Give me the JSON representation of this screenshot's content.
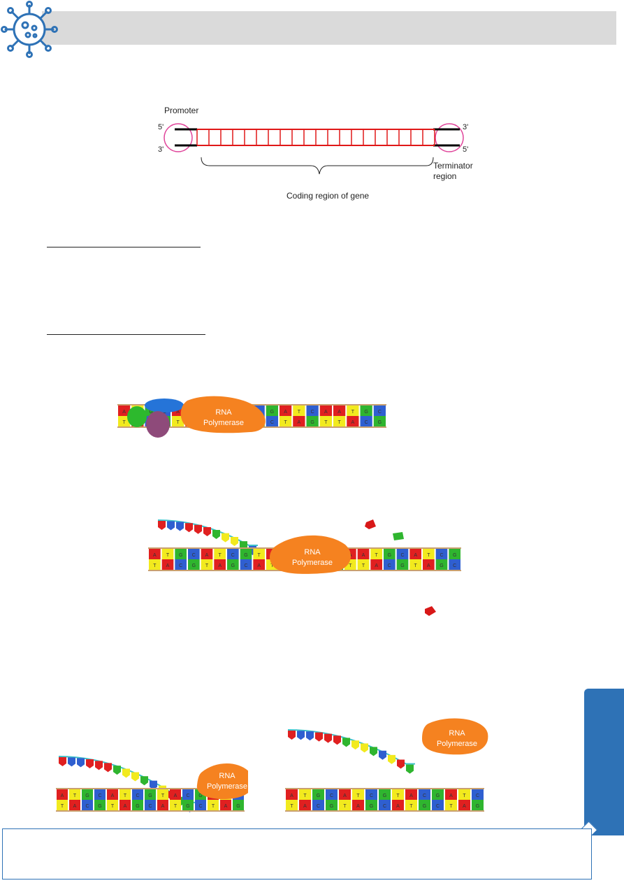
{
  "gene_diagram": {
    "promoter_label": "Promoter",
    "five_prime_left": "5'",
    "three_prime_left": "3'",
    "three_prime_right": "3'",
    "five_prime_right": "5'",
    "terminator_label_line1": "Terminator",
    "terminator_label_line2": "region",
    "coding_label": "Coding region of gene"
  },
  "rna_polymerase_label_line1": "RNA",
  "rna_polymerase_label_line2": "Polymerase",
  "dna_bases": [
    "A",
    "T",
    "G",
    "C",
    "A",
    "T",
    "C",
    "G",
    "T",
    "A",
    "C",
    "G",
    "A",
    "T",
    "C",
    "A"
  ],
  "base_colors": {
    "A": "#e02020",
    "T": "#f2ea1e",
    "G": "#2fb52f",
    "C": "#2f5fd0"
  },
  "colors": {
    "header": "#dadada",
    "side_tab": "#2e72b6",
    "polymerase": "#f58220",
    "promoter_ring": "#e0449a",
    "gene_ladder": "#e01818"
  }
}
